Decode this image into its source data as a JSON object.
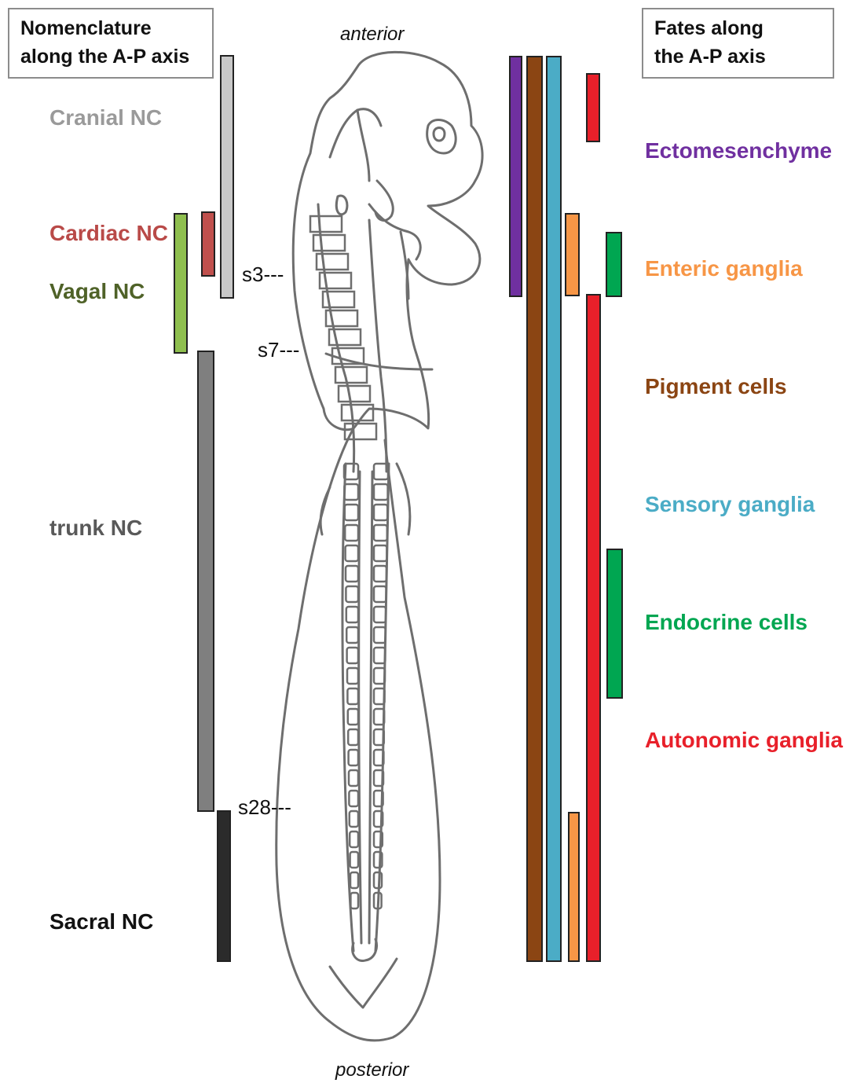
{
  "left_box": {
    "line1": "Nomenclature",
    "line2": "along the A-P axis"
  },
  "right_box": {
    "line1": "Fates along",
    "line2": "the A-P axis"
  },
  "axis": {
    "anterior": "anterior",
    "posterior": "posterior"
  },
  "somites": {
    "s3": "s3---",
    "s7": "s7---",
    "s28": "s28---"
  },
  "nomenclature": [
    {
      "label": "Cranial NC",
      "color": "#9a9a9a",
      "bar_color": "#c8c8c8"
    },
    {
      "label": "Cardiac NC",
      "color": "#b94a48",
      "bar_color": "#c0504d"
    },
    {
      "label": "Vagal NC",
      "color": "#4f6228",
      "bar_color": "#8fbf4f"
    },
    {
      "label": "trunk NC",
      "color": "#595959",
      "bar_color": "#7f7f7f"
    },
    {
      "label": "Sacral NC",
      "color": "#111111",
      "bar_color": "#2b2b2b"
    }
  ],
  "fates": [
    {
      "label": "Ectomesenchyme",
      "color": "#7030a0"
    },
    {
      "label": "Enteric ganglia",
      "color": "#f79646"
    },
    {
      "label": "Pigment cells",
      "color": "#8b4513"
    },
    {
      "label": "Sensory ganglia",
      "color": "#4bacc6"
    },
    {
      "label": "Endocrine cells",
      "color": "#00a651"
    },
    {
      "label": "Autonomic ganglia",
      "color": "#e8202a"
    }
  ]
}
